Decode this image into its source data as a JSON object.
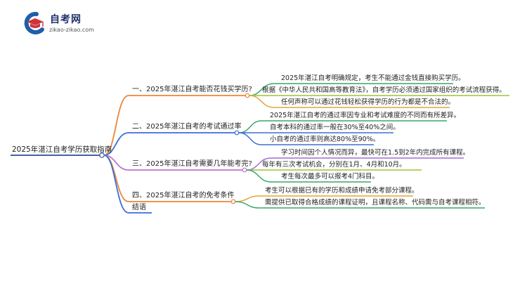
{
  "brand": {
    "title": "自考网",
    "subtitle": "zikao-zikao.com",
    "colors": {
      "blue": "#1f5fa8",
      "red": "#d0343b"
    }
  },
  "mindmap": {
    "root": "2025年湛江自考学历获取指南",
    "branches": [
      {
        "label": "一、2025年湛江自考能否花钱买学历?",
        "color": "#e8873a",
        "children": [
          "2025年湛江自考明确规定，考生不能通过金钱直接购买学历。",
          "根据《中华人民共和国高等教育法》，自考学历必须通过国家组织的考试流程获得。",
          "任何声称可以通过花钱轻松获得学历的行为都是不合法的。"
        ]
      },
      {
        "label": "二、2025年湛江自考的考试通过率",
        "color": "#3a6fd8",
        "children": [
          "2025年湛江自考的通过率因专业和考试难度的不同而有所差异。",
          "自考本科的通过率一般在30%至40%之间。",
          "小自考的通过率则高达80%至90%。"
        ]
      },
      {
        "label": "三、2025年湛江自考需要几年能考完?",
        "color": "#c471c8",
        "children": [
          "学习时间因个人情况而异，最快可在1.5到2年内完成所有课程。",
          "每年有三次考试机会，分别在1月、4月和10月。",
          "考生每次最多可以报考4门科目。"
        ]
      },
      {
        "label": "四、2025年湛江自考的免考条件",
        "color": "#e8873a",
        "children": [
          "考生可以根据已有的学历和成绩申请免考部分课程。",
          "需提供已取得合格成绩的课程证明，且课程名称、代码需与自考课程相符。"
        ]
      },
      {
        "label": "结语",
        "color": "#3a6fd8",
        "children": []
      }
    ],
    "root_color": "#2a4c9a",
    "l2_colors": [
      "#3aa66a",
      "#9bc43c",
      "#e0a63b"
    ]
  }
}
